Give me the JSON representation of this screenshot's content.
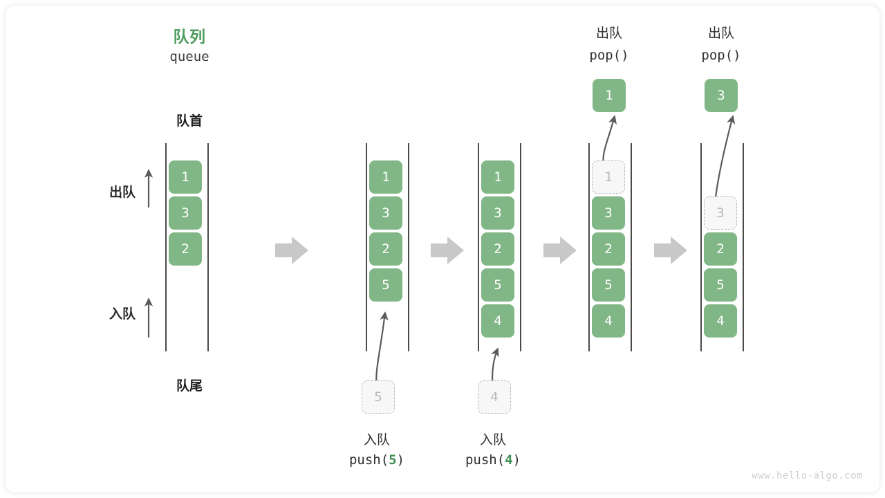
{
  "diagram": {
    "title_cn": "队列",
    "title_en": "queue",
    "front_label": "队首",
    "rear_label": "队尾",
    "dequeue_side_label": "出队",
    "enqueue_side_label": "入队",
    "watermark": "www.hello-algo.com",
    "accent_green": "#4c9b5d",
    "cell_green": "#81b786",
    "ghost_gray": "#b9b9b9",
    "arrow_gray": "#c8c8c8",
    "line_gray": "#4a4a4a"
  },
  "steps": [
    {
      "id": "initial",
      "heading_cn": "",
      "heading_code": "",
      "cells": [
        {
          "value": "1",
          "state": "filled"
        },
        {
          "value": "3",
          "state": "filled"
        },
        {
          "value": "2",
          "state": "filled"
        }
      ],
      "floating": null,
      "incoming": null,
      "caption_cn": "",
      "caption_code_prefix": "",
      "caption_code_arg": "",
      "caption_code_suffix": ""
    },
    {
      "id": "push-5",
      "heading_cn": "",
      "heading_code": "",
      "cells": [
        {
          "value": "1",
          "state": "filled"
        },
        {
          "value": "3",
          "state": "filled"
        },
        {
          "value": "2",
          "state": "filled"
        },
        {
          "value": "5",
          "state": "filled"
        }
      ],
      "floating": null,
      "incoming": {
        "value": "5",
        "state": "ghost"
      },
      "caption_cn": "入队",
      "caption_code_prefix": "push(",
      "caption_code_arg": "5",
      "caption_code_suffix": ")"
    },
    {
      "id": "push-4",
      "heading_cn": "",
      "heading_code": "",
      "cells": [
        {
          "value": "1",
          "state": "filled"
        },
        {
          "value": "3",
          "state": "filled"
        },
        {
          "value": "2",
          "state": "filled"
        },
        {
          "value": "5",
          "state": "filled"
        },
        {
          "value": "4",
          "state": "filled"
        }
      ],
      "floating": null,
      "incoming": {
        "value": "4",
        "state": "ghost"
      },
      "caption_cn": "入队",
      "caption_code_prefix": "push(",
      "caption_code_arg": "4",
      "caption_code_suffix": ")"
    },
    {
      "id": "pop-1",
      "heading_cn": "出队",
      "heading_code": "pop()",
      "cells": [
        {
          "value": "1",
          "state": "ghost"
        },
        {
          "value": "3",
          "state": "filled"
        },
        {
          "value": "2",
          "state": "filled"
        },
        {
          "value": "5",
          "state": "filled"
        },
        {
          "value": "4",
          "state": "filled"
        }
      ],
      "floating": {
        "value": "1",
        "state": "filled"
      },
      "incoming": null,
      "caption_cn": "",
      "caption_code_prefix": "",
      "caption_code_arg": "",
      "caption_code_suffix": ""
    },
    {
      "id": "pop-3",
      "heading_cn": "出队",
      "heading_code": "pop()",
      "cells": [
        {
          "value": "",
          "state": "empty"
        },
        {
          "value": "3",
          "state": "ghost"
        },
        {
          "value": "2",
          "state": "filled"
        },
        {
          "value": "5",
          "state": "filled"
        },
        {
          "value": "4",
          "state": "filled"
        }
      ],
      "floating": {
        "value": "3",
        "state": "filled"
      },
      "incoming": null,
      "caption_cn": "",
      "caption_code_prefix": "",
      "caption_code_arg": "",
      "caption_code_suffix": ""
    }
  ]
}
